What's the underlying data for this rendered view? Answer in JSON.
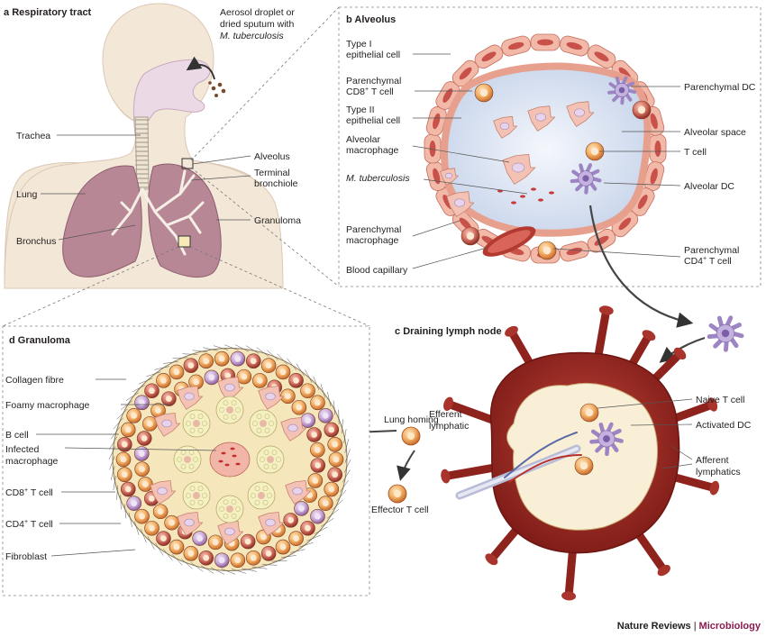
{
  "panels": {
    "a": {
      "letter": "a",
      "title": "Respiratory tract"
    },
    "b": {
      "letter": "b",
      "title": "Alveolus"
    },
    "c": {
      "letter": "c",
      "title": "Draining lymph node"
    },
    "d": {
      "letter": "d",
      "title": "Granuloma"
    }
  },
  "panel_a": {
    "aerosol": [
      "Aerosol droplet or",
      "dried sputum with"
    ],
    "aerosol_species": "M. tuberculosis",
    "trachea": "Trachea",
    "lung": "Lung",
    "bronchus": "Bronchus",
    "alveolus": "Alveolus",
    "terminal_bronchiole": [
      "Terminal",
      "bronchiole"
    ],
    "granuloma": "Granuloma"
  },
  "panel_b": {
    "type1": [
      "Type I",
      "epithelial cell"
    ],
    "cd8_line1": "Parenchymal",
    "cd8_line2_main": "CD8",
    "cd8_line2_sup": "+",
    "cd8_line2_tail": " T cell",
    "type2": [
      "Type II",
      "epithelial cell"
    ],
    "alv_macro": [
      "Alveolar",
      "macrophage"
    ],
    "mtb": "M. tuberculosis",
    "par_macro": [
      "Parenchymal",
      "macrophage"
    ],
    "blood_cap": "Blood capillary",
    "par_dc": "Parenchymal DC",
    "alv_space": "Alveolar space",
    "t_cell": "T cell",
    "alv_dc": "Alveolar DC",
    "cd4_line1": "Parenchymal",
    "cd4_line2_main": "CD4",
    "cd4_line2_sup": "+",
    "cd4_line2_tail": " T cell"
  },
  "panel_c": {
    "naive": "Naive T cell",
    "activated_dc": "Activated DC",
    "afferent": [
      "Afferent",
      "lymphatics"
    ],
    "efferent": [
      "Efferent",
      "lymphatic"
    ],
    "lung_homing": "Lung homing",
    "effector": "Effector T cell"
  },
  "panel_d": {
    "collagen": "Collagen fibre",
    "foamy": "Foamy macrophage",
    "bcell": "B cell",
    "infected": [
      "Infected",
      "macrophage"
    ],
    "cd8_main": "CD8",
    "cd8_sup": "+",
    "cd8_tail": " T cell",
    "cd4_main": "CD4",
    "cd4_sup": "+",
    "cd4_tail": " T cell",
    "fibroblast": "Fibroblast"
  },
  "credit": {
    "journal": "Nature Reviews",
    "separator": "|",
    "section": "Microbiology"
  },
  "colors": {
    "body": "#f3e7d8",
    "lung": "#b78796",
    "airway": "#e9dfe6",
    "cell_pink": "#f2b4a3",
    "cell_dark": "#c85a4c",
    "alveolar_space": "#dfe7f4",
    "node": "#9c2a22",
    "node_inner": "#f8efd6",
    "granuloma_ring": "#f6e6bb",
    "foamy": "#f4f0c2",
    "dc": "#b7a4d3",
    "microbiology": "#8c1b4f"
  }
}
